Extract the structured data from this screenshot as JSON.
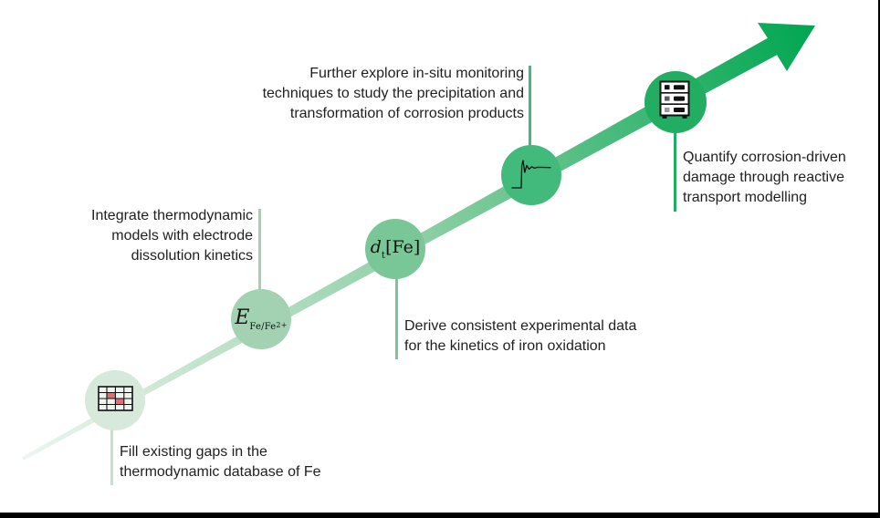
{
  "colors": {
    "arrow_start": "#eef5ef",
    "arrow_mid": "#8fcfa5",
    "arrow_end": "#00a651",
    "text": "#1f1f1f",
    "gap_red": "#e06e72",
    "icon_stroke": "#111111"
  },
  "milestones": [
    {
      "name": "thermodynamic-database",
      "icon": "table-grid-icon",
      "circle_color": "#d7e9da",
      "connector_color": "#c3e2cb",
      "label": "Fill existing gaps in the\nthermodynamic database of Fe",
      "label_position": "below"
    },
    {
      "name": "electrode-potential",
      "formula": {
        "base": "E",
        "sub": "Fe/Fe",
        "sup": "2+"
      },
      "circle_color": "#a3d2b2",
      "connector_color": "#a3d2b2",
      "label": "Integrate thermodynamic\nmodels with electrode\ndissolution kinetics",
      "label_position": "above"
    },
    {
      "name": "iron-oxidation-kinetics",
      "formula": {
        "base": "d",
        "sub": "t",
        "rest": "[Fe]"
      },
      "circle_color": "#79c697",
      "connector_color": "#79c697",
      "label": "Derive consistent experimental data\nfor the kinetics of iron oxidation",
      "label_position": "below"
    },
    {
      "name": "in-situ-monitoring",
      "icon": "transient-signal-icon",
      "circle_color": "#41ba7c",
      "connector_color": "#41ba7c",
      "label": "Further explore in-situ monitoring\ntechniques to study the precipitation and\ntransformation of corrosion products",
      "label_position": "above"
    },
    {
      "name": "reactive-transport-modelling",
      "icon": "server-stack-icon",
      "circle_color": "#23ad62",
      "connector_color": "#23ad62",
      "label": "Quantify corrosion-driven\ndamage through reactive\ntransport modelling",
      "label_position": "below"
    }
  ]
}
